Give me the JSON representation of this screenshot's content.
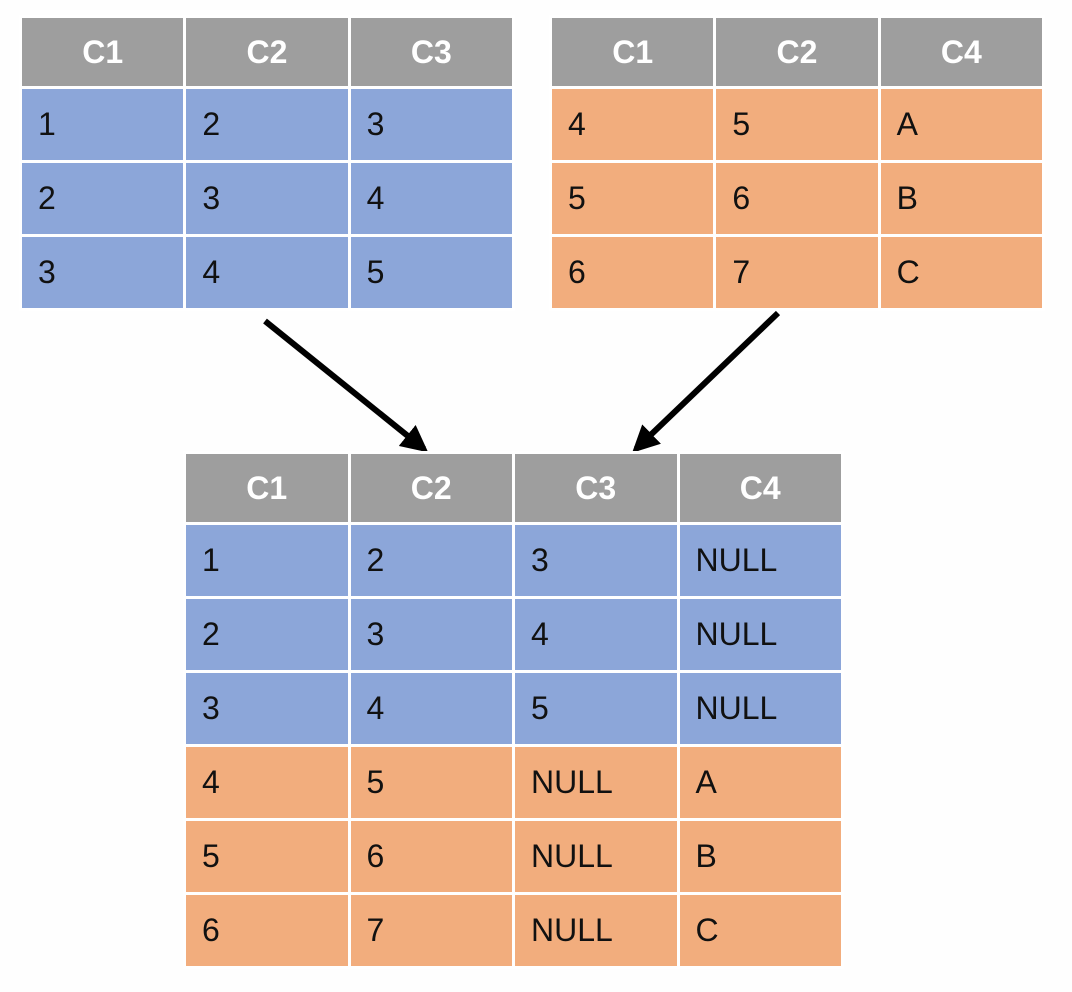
{
  "table_a": {
    "headers": [
      "C1",
      "C2",
      "C3"
    ],
    "rows": [
      [
        "1",
        "2",
        "3"
      ],
      [
        "2",
        "3",
        "4"
      ],
      [
        "3",
        "4",
        "5"
      ]
    ]
  },
  "table_b": {
    "headers": [
      "C1",
      "C2",
      "C4"
    ],
    "rows": [
      [
        "4",
        "5",
        "A"
      ],
      [
        "5",
        "6",
        "B"
      ],
      [
        "6",
        "7",
        "C"
      ]
    ]
  },
  "result": {
    "headers": [
      "C1",
      "C2",
      "C3",
      "C4"
    ],
    "rows": [
      [
        "1",
        "2",
        "3",
        "NULL"
      ],
      [
        "2",
        "3",
        "4",
        "NULL"
      ],
      [
        "3",
        "4",
        "5",
        "NULL"
      ],
      [
        "4",
        "5",
        "NULL",
        "A"
      ],
      [
        "5",
        "6",
        "NULL",
        "B"
      ],
      [
        "6",
        "7",
        "NULL",
        "C"
      ]
    ]
  },
  "colors": {
    "header": "#9e9e9e",
    "table_a_rows": "#8ca6d9",
    "table_b_rows": "#f2ad7d",
    "arrow": "#000000"
  }
}
